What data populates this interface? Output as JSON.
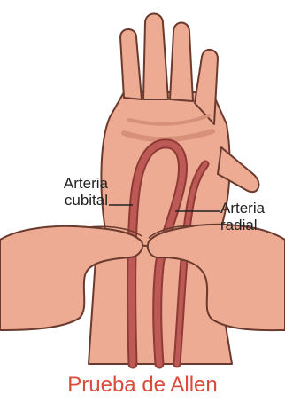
{
  "labels": {
    "ulnar_artery": [
      "Arteria",
      "cubital"
    ],
    "radial_artery": [
      "Arteria",
      "radial"
    ]
  },
  "caption": "Prueba de Allen",
  "colors": {
    "skin": "#ecab92",
    "skin_outline": "#6b3a2e",
    "skin_shade": "#d7907a",
    "artery": "#bd5a56",
    "artery_outline": "#8f3a36",
    "caption": "#d94b3c",
    "label_text": "#222222"
  }
}
